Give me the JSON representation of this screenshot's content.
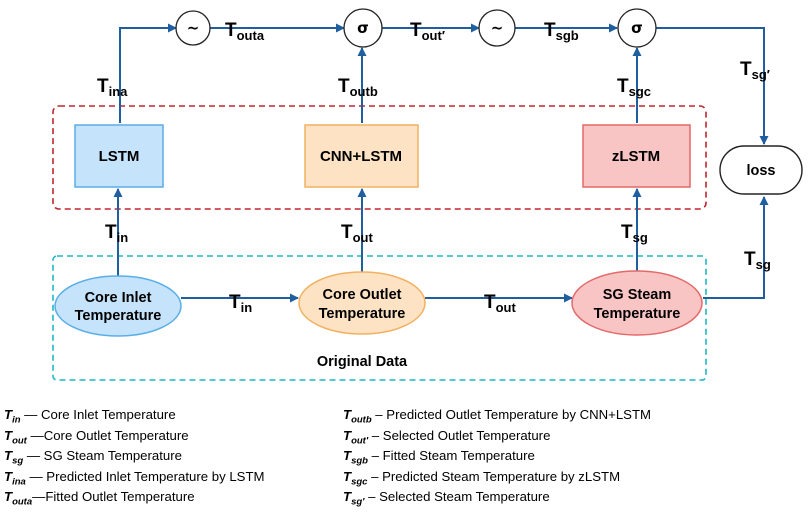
{
  "operators": {
    "tilde": "~",
    "sigma": "σ"
  },
  "models": {
    "lstm": "LSTM",
    "cnn_lstm": "CNN+LSTM",
    "zlstm": "zLSTM"
  },
  "sources": {
    "core_inlet": [
      "Core Inlet",
      "Temperature"
    ],
    "core_outlet": [
      "Core Outlet",
      "Temperature"
    ],
    "sg_steam": [
      "SG Steam",
      "Temperature"
    ]
  },
  "loss_label": "loss",
  "original_data_label": "Original Data",
  "signal_labels": {
    "T": "T",
    "in": "in",
    "out": "out",
    "sg": "sg",
    "ina": "ina",
    "outa": "outa",
    "outb": "outb",
    "out_prime": "out′",
    "sgb": "sgb",
    "sgc": "sgc",
    "sg_prime": "sg′"
  },
  "legend_left": [
    {
      "sym_base": "T",
      "sym_sub": "in",
      "text": " — Core Inlet Temperature"
    },
    {
      "sym_base": "T",
      "sym_sub": "out",
      "text": " —Core Outlet Temperature"
    },
    {
      "sym_base": "T",
      "sym_sub": "sg",
      "text": " — SG Steam Temperature"
    },
    {
      "sym_base": "T",
      "sym_sub": "ina",
      "text": " — Predicted Inlet Temperature by LSTM"
    },
    {
      "sym_base": "T",
      "sym_sub": "outa",
      "text": "—Fitted Outlet Temperature"
    }
  ],
  "legend_right": [
    {
      "sym_base": "T",
      "sym_sub": "outb",
      "text": " –    Predicted Outlet Temperature by CNN+LSTM"
    },
    {
      "sym_base": "T",
      "sym_sub": "out′",
      "text": " –    Selected Outlet Temperature"
    },
    {
      "sym_base": "T",
      "sym_sub": "sgb",
      "text": " –     Fitted Steam Temperature"
    },
    {
      "sym_base": "T",
      "sym_sub": "sgc",
      "text": " –    Predicted Steam Temperature by zLSTM"
    },
    {
      "sym_base": "T",
      "sym_sub": "sg′",
      "text": " –    Selected Steam Temperature"
    }
  ]
}
